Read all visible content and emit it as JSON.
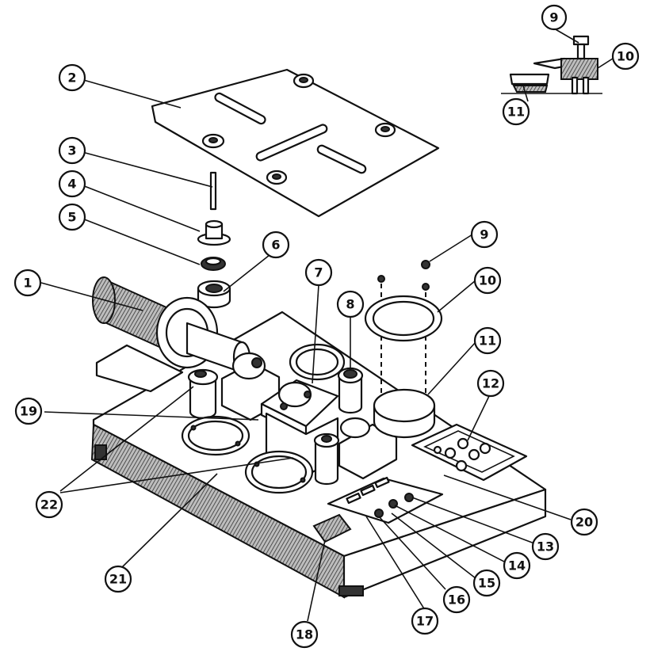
{
  "callouts": [
    {
      "id": "1",
      "label": "1"
    },
    {
      "id": "2",
      "label": "2"
    },
    {
      "id": "3",
      "label": "3"
    },
    {
      "id": "4",
      "label": "4"
    },
    {
      "id": "5",
      "label": "5"
    },
    {
      "id": "6",
      "label": "6"
    },
    {
      "id": "7",
      "label": "7"
    },
    {
      "id": "8",
      "label": "8"
    },
    {
      "id": "9",
      "label": "9"
    },
    {
      "id": "10",
      "label": "10"
    },
    {
      "id": "11",
      "label": "11"
    },
    {
      "id": "12",
      "label": "12"
    },
    {
      "id": "13",
      "label": "13"
    },
    {
      "id": "14",
      "label": "14"
    },
    {
      "id": "15",
      "label": "15"
    },
    {
      "id": "16",
      "label": "16"
    },
    {
      "id": "17",
      "label": "17"
    },
    {
      "id": "18",
      "label": "18"
    },
    {
      "id": "19",
      "label": "19"
    },
    {
      "id": "20",
      "label": "20"
    },
    {
      "id": "21",
      "label": "21"
    },
    {
      "id": "22",
      "label": "22"
    },
    {
      "id": "9b",
      "label": "9"
    },
    {
      "id": "10b",
      "label": "10"
    },
    {
      "id": "11b",
      "label": "11"
    }
  ]
}
